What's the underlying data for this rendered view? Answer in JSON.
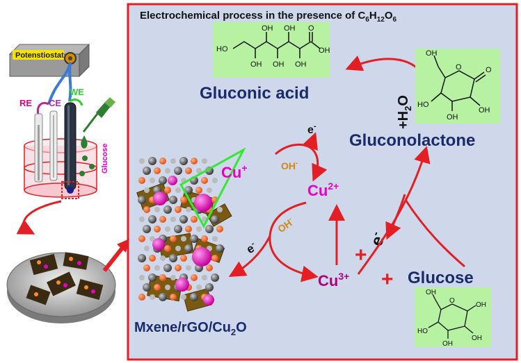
{
  "panel": {
    "title_main": "Electrochemical process in the presence of C",
    "title_sub1": "6",
    "title_mid1": "H",
    "title_sub2": "12",
    "title_mid2": "O",
    "title_sub3": "6",
    "border_color": "#e31e24",
    "background": "#ced8ea"
  },
  "setup": {
    "potentiostat": "Potenstiostat",
    "re_label": "RE",
    "ce_label": "CE",
    "we_label": "WE",
    "analyte_label": "Glucose"
  },
  "labels": {
    "gluconic_acid": "Gluconic acid",
    "gluconolactone": "Gluconolactone",
    "glucose": "Glucose",
    "water_plus": "+H",
    "water_sub": "2",
    "water_o": "O",
    "material_main": "Mxene/rGO/Cu",
    "material_sub": "2",
    "material_o": "O",
    "cu_plus": "Cu",
    "cu_plus_charge": "+",
    "cu2": "Cu",
    "cu2_charge": "2+",
    "cu3": "Cu",
    "cu3_charge": "3+",
    "oh1": "OH",
    "oh2": "OH",
    "oh_charge": "-",
    "e_top": "e",
    "e_left": "e",
    "e_right": "e",
    "e_charge": "-",
    "plus": "+"
  },
  "gluconic_struct": {
    "ho_left": "HO",
    "oh": "OH",
    "o": "O"
  },
  "colors": {
    "navy": "#1a2a6c",
    "magenta": "#e800c8",
    "orange": "#d4861a",
    "red": "#e31e24",
    "green_box": "#b6f2a2",
    "green_line": "#33e833"
  }
}
